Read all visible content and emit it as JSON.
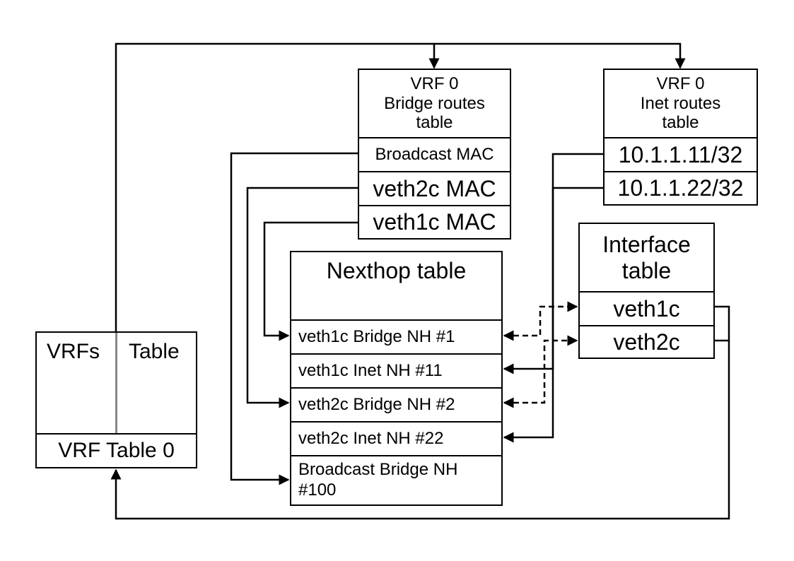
{
  "vrfs_table": {
    "header_left": "VRFs",
    "header_right": "Table",
    "entry": "VRF Table 0"
  },
  "bridge_routes": {
    "title_lines": [
      "VRF 0",
      "Bridge routes",
      "table"
    ],
    "entries": [
      "Broadcast MAC",
      "veth2c MAC",
      "veth1c MAC"
    ]
  },
  "inet_routes": {
    "title_lines": [
      "VRF 0",
      "Inet routes",
      "table"
    ],
    "entries": [
      "10.1.1.11/32",
      "10.1.1.22/32"
    ]
  },
  "nexthop_table": {
    "title": "Nexthop table",
    "entries": [
      "veth1c Bridge NH #1",
      "veth1c Inet NH #11",
      "veth2c Bridge NH #2",
      "veth2c Inet NH #22",
      "Broadcast Bridge NH",
      "#100"
    ]
  },
  "interface_table": {
    "title_lines": [
      "Interface",
      "table"
    ],
    "entries": [
      "veth1c",
      "veth2c"
    ]
  }
}
